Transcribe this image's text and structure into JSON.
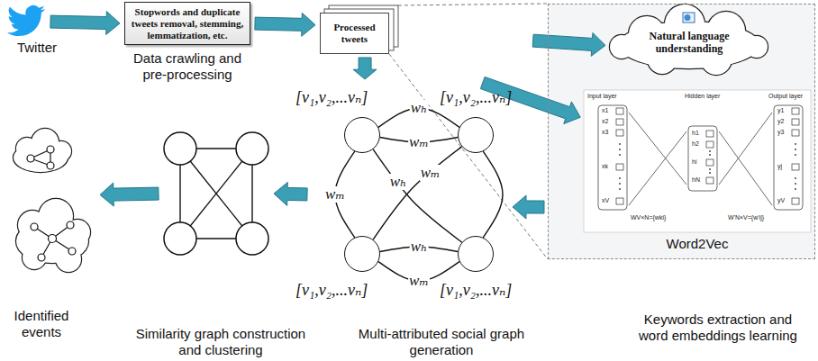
{
  "diagram": {
    "nodes": [
      {
        "text": [
          "Twitter"
        ]
      },
      {
        "text": [
          "Stopwords and duplicate tweets removal, stemming, lemmatization, etc.",
          "Data crawling and pre-processing"
        ]
      },
      {
        "text": [
          "Processed tweets"
        ]
      },
      {
        "text": [
          "Keywords extraction and word embeddings learning"
        ]
      },
      {
        "text": [
          "Natural language understanding"
        ],
        "in": 3
      },
      {
        "text": [
          "Word2Vec"
        ],
        "in": 3
      },
      {
        "text": [
          "Multi-attributed social graph generation"
        ]
      },
      {
        "text": [
          "[v₁,v₂,...vₙ]"
        ],
        "in": 6
      },
      {
        "text": [
          "[v₁,v₂,...vₙ]"
        ],
        "in": 6
      },
      {
        "text": [
          "[v₁,v₂,...vₙ]"
        ],
        "in": 6
      },
      {
        "text": [
          "[v₁,v₂,...vₙ]"
        ],
        "in": 6
      },
      {
        "text": [
          "Similarity graph construction and clustering"
        ]
      },
      {
        "text": [
          "Identified events"
        ]
      }
    ],
    "edges": [
      {
        "from": 0,
        "to": 1,
        "arrow": "to"
      },
      {
        "from": 1,
        "to": 2,
        "arrow": "to"
      },
      {
        "from": 2,
        "to": 4,
        "arrow": "to"
      },
      {
        "from": 2,
        "to": 5,
        "arrow": "to"
      },
      {
        "from": 2,
        "to": 6,
        "arrow": "to"
      },
      {
        "from": 3,
        "to": 6,
        "arrow": "to"
      },
      {
        "from": 6,
        "to": 11,
        "arrow": "to"
      },
      {
        "from": 11,
        "to": 12,
        "arrow": "to"
      },
      {
        "from": 7,
        "to": 8,
        "arrow": "none",
        "label": "wₕ"
      },
      {
        "from": 7,
        "to": 8,
        "arrow": "none",
        "label": "wₘ"
      },
      {
        "from": 9,
        "to": 10,
        "arrow": "none",
        "label": "wₕ"
      },
      {
        "from": 9,
        "to": 10,
        "arrow": "none",
        "label": "wₘ"
      },
      {
        "from": 7,
        "to": 9,
        "arrow": "none",
        "label": "wₘ"
      },
      {
        "from": 8,
        "to": 10,
        "arrow": "none"
      },
      {
        "from": 7,
        "to": 10,
        "arrow": "none",
        "label": "wₕ"
      },
      {
        "from": 8,
        "to": 9,
        "arrow": "none",
        "label": "wₘ"
      }
    ],
    "labels": [
      "Input layer",
      "Hidden layer",
      "Output layer",
      "x1",
      "x2",
      "x3",
      "xk",
      "xV",
      "h1",
      "h2",
      "hi",
      "hN",
      "y1",
      "y2",
      "y3",
      "yj",
      "yV",
      "WV×N={wki}",
      "W'N×V={w'ij}"
    ]
  }
}
